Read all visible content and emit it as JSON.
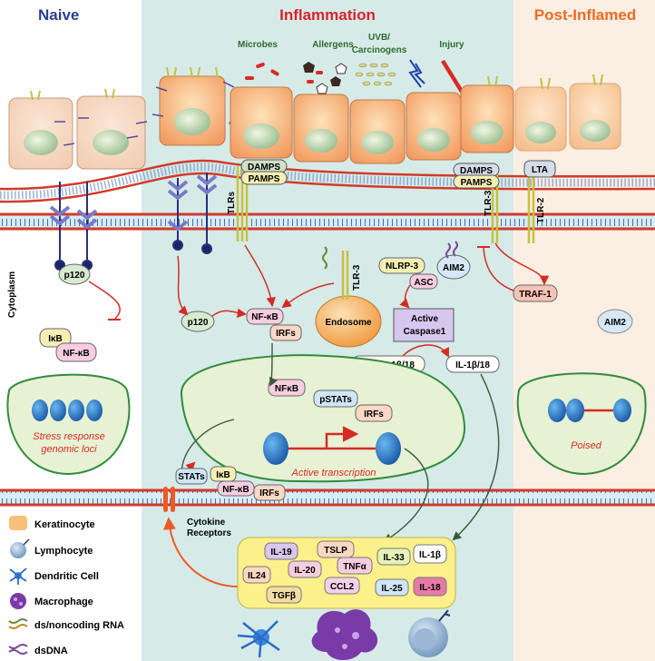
{
  "sections": {
    "naive": "Naive",
    "inflammation": "Inflammation",
    "post_inflamed": "Post-Inflamed"
  },
  "stimuli": {
    "microbes": "Microbes",
    "allergens": "Allergens",
    "uvb": "UVB/",
    "carcinogens": "Carcinogens",
    "injury": "Injury"
  },
  "receptors": {
    "tlrs": "TLRs",
    "tlr3_endosome": "TLR-3",
    "tlr3_post": "TLR-3",
    "tlr2": "TLR-2",
    "damps_1": "DAMPS",
    "pamps_1": "PAMPS",
    "damps_2": "DAMPS",
    "pamps_2": "PAMPS",
    "lta": "LTA"
  },
  "cytoplasm": {
    "label": "Cytoplasm",
    "p120_naive": "p120",
    "ikb_naive": "IκB",
    "nfkb_naive": "NF-κB",
    "p120_infl": "p120",
    "nfkb_infl": "NF-κB",
    "irfs_infl": "IRFs",
    "endosome": "Endosome",
    "nlrp3": "NLRP-3",
    "asc": "ASC",
    "aim2": "AIM2",
    "active": "Active",
    "caspase1": "Caspase1",
    "pro_il": "Pro-IL-1β/18",
    "il_mature": "IL-1β/18",
    "traf1": "TRAF-1",
    "aim2_post": "AIM2"
  },
  "nucleus": {
    "naive_line1": "Stress response",
    "naive_line2": "genomic loci",
    "nfkb": "NFκB",
    "pstats": "pSTATs",
    "irfs": "IRFs",
    "active_transcription": "Active transcription",
    "poised": "Poised"
  },
  "lower": {
    "stats": "STATs",
    "ikb": "IκB",
    "nfkb": "NF-κB",
    "irfs": "IRFs",
    "cytokine_receptors_1": "Cytokine",
    "cytokine_receptors_2": "Receptors"
  },
  "cytokines": {
    "il19": "IL-19",
    "tslp": "TSLP",
    "il33": "IL-33",
    "il1b": "IL-1β",
    "il24": "IL24",
    "il20": "IL-20",
    "tnfa": "TNFα",
    "tgfb": "TGFβ",
    "ccl2": "CCL2",
    "il25": "IL-25",
    "il18": "IL-18"
  },
  "legend": {
    "keratinocyte": "Keratinocyte",
    "lymphocyte": "Lymphocyte",
    "dendritic": "Dendritic Cell",
    "macrophage": "Macrophage",
    "rna": "ds/noncoding RNA",
    "dsdna": "dsDNA"
  },
  "colors": {
    "naive_title": "#2a3f8f",
    "inflammation_title": "#d8222a",
    "post_title": "#ee6a24",
    "inflammation_bg": "#d6ebe8",
    "post_bg": "#fbeee2",
    "nucleus_fill": "#e7f1d3",
    "nucleus_stroke": "#2e8c3c",
    "membrane": "#d23a2a",
    "arrow_red": "#d62b24",
    "arrow_green": "#3a7a3a",
    "cytokine_box": "#fbf08a"
  }
}
